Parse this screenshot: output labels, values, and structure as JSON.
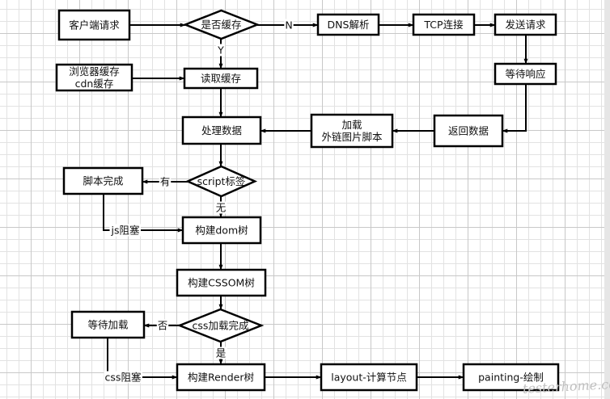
{
  "diagram": {
    "title": "",
    "nodes": {
      "client_request": {
        "label": [
          "客户端请求"
        ],
        "shape": "rect"
      },
      "is_cached": {
        "label": [
          "是否缓存"
        ],
        "shape": "diamond"
      },
      "dns": {
        "label": [
          "DNS解析"
        ],
        "shape": "rect"
      },
      "tcp": {
        "label": [
          "TCP连接"
        ],
        "shape": "rect"
      },
      "send_request": {
        "label": [
          "发送请求"
        ],
        "shape": "rect"
      },
      "wait_response": {
        "label": [
          "等待响应"
        ],
        "shape": "rect"
      },
      "browser_cache": {
        "label": [
          "浏览器缓存",
          "cdn缓存"
        ],
        "shape": "rect"
      },
      "read_cache": {
        "label": [
          "读取缓存"
        ],
        "shape": "rect"
      },
      "return_data": {
        "label": [
          "返回数据"
        ],
        "shape": "rect"
      },
      "load_external": {
        "label": [
          "加载",
          "外链图片脚本"
        ],
        "shape": "rect"
      },
      "process_data": {
        "label": [
          "处理数据"
        ],
        "shape": "rect"
      },
      "script_tag": {
        "label": [
          "script标签"
        ],
        "shape": "diamond"
      },
      "script_done": {
        "label": [
          "脚本完成"
        ],
        "shape": "rect"
      },
      "build_dom": {
        "label": [
          "构建dom树"
        ],
        "shape": "rect"
      },
      "build_cssom": {
        "label": [
          "构建CSSOM树"
        ],
        "shape": "rect"
      },
      "css_loaded": {
        "label": [
          "css加载完成"
        ],
        "shape": "diamond"
      },
      "wait_load": {
        "label": [
          "等待加载"
        ],
        "shape": "rect"
      },
      "build_render": {
        "label": [
          "构建Render树"
        ],
        "shape": "rect"
      },
      "layout": {
        "label": [
          "layout-计算节点"
        ],
        "shape": "rect"
      },
      "painting": {
        "label": [
          "painting-绘制"
        ],
        "shape": "rect"
      }
    },
    "edges": [
      {
        "from": "client_request",
        "to": "is_cached",
        "label": ""
      },
      {
        "from": "is_cached",
        "to": "dns",
        "label": "N"
      },
      {
        "from": "dns",
        "to": "tcp",
        "label": ""
      },
      {
        "from": "tcp",
        "to": "send_request",
        "label": ""
      },
      {
        "from": "send_request",
        "to": "wait_response",
        "label": ""
      },
      {
        "from": "wait_response",
        "to": "return_data",
        "label": ""
      },
      {
        "from": "return_data",
        "to": "load_external",
        "label": ""
      },
      {
        "from": "load_external",
        "to": "process_data",
        "label": ""
      },
      {
        "from": "is_cached",
        "to": "read_cache",
        "label": "Y"
      },
      {
        "from": "browser_cache",
        "to": "read_cache",
        "label": ""
      },
      {
        "from": "read_cache",
        "to": "process_data",
        "label": ""
      },
      {
        "from": "process_data",
        "to": "script_tag",
        "label": ""
      },
      {
        "from": "script_tag",
        "to": "script_done",
        "label": "有"
      },
      {
        "from": "script_tag",
        "to": "build_dom",
        "label": "无"
      },
      {
        "from": "script_done",
        "to": "build_dom",
        "label": "js阻塞"
      },
      {
        "from": "build_dom",
        "to": "build_cssom",
        "label": ""
      },
      {
        "from": "build_cssom",
        "to": "css_loaded",
        "label": ""
      },
      {
        "from": "css_loaded",
        "to": "wait_load",
        "label": "否"
      },
      {
        "from": "css_loaded",
        "to": "build_render",
        "label": "是"
      },
      {
        "from": "wait_load",
        "to": "build_render",
        "label": "css阻塞"
      },
      {
        "from": "build_render",
        "to": "layout",
        "label": ""
      },
      {
        "from": "layout",
        "to": "painting",
        "label": ""
      }
    ],
    "watermark": "testerhome.com"
  }
}
